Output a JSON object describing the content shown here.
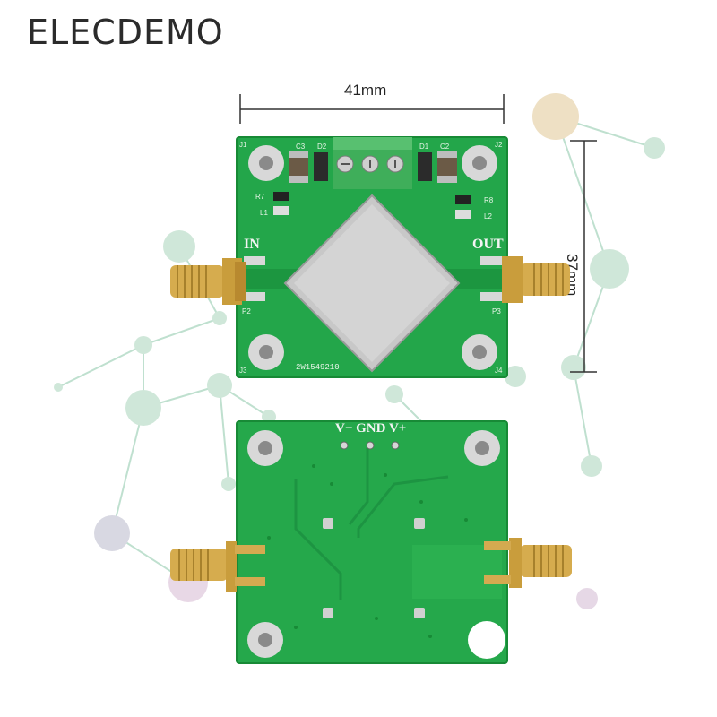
{
  "brand": {
    "name": "ELECDEMO"
  },
  "dimensions": {
    "width_label": "41mm",
    "height_label": "37mm"
  },
  "board_top": {
    "input_label": "IN",
    "output_label": "OUT",
    "serial": "2W1549210",
    "refs": [
      "J1",
      "J2",
      "J3",
      "J4",
      "C3",
      "D2",
      "D1",
      "C2",
      "R7",
      "L1",
      "R8",
      "L2",
      "P2",
      "P3"
    ]
  },
  "board_bottom": {
    "pin_labels": "V− GND V+"
  },
  "colors": {
    "pcb_green": "#22a84a",
    "pcb_dark": "#1a8a3a",
    "shield": "#c9c9c9",
    "terminal": "#3ea055",
    "gold": "#d4a94a"
  }
}
